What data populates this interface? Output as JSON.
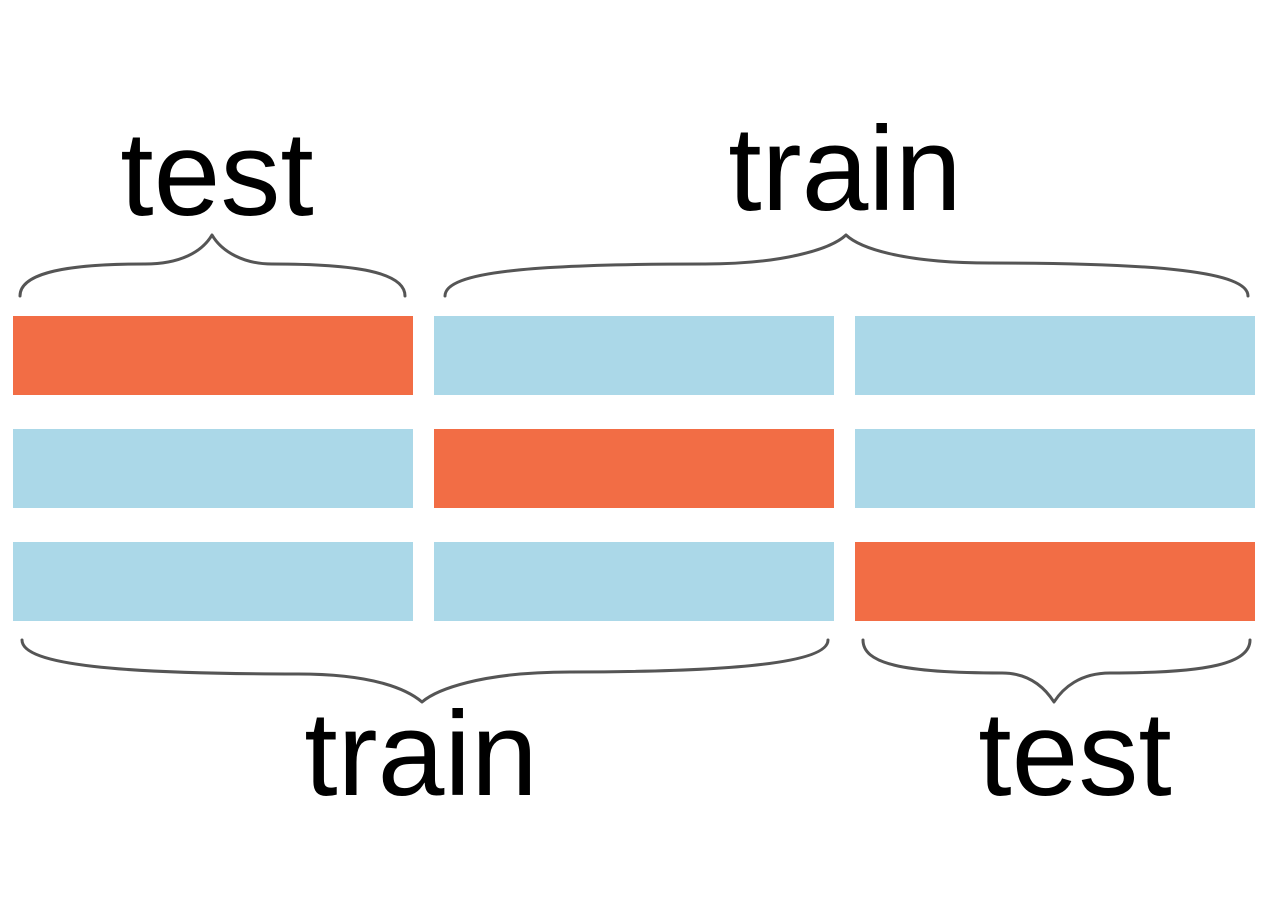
{
  "colors": {
    "test": "#f26d45",
    "train": "#abd8e8",
    "brace": "#555555",
    "text": "#000000"
  },
  "folds": [
    [
      "test",
      "train",
      "train"
    ],
    [
      "train",
      "test",
      "train"
    ],
    [
      "train",
      "train",
      "test"
    ]
  ],
  "labels": {
    "top_left": "test",
    "top_right": "train",
    "bottom_left": "train",
    "bottom_right": "test"
  }
}
